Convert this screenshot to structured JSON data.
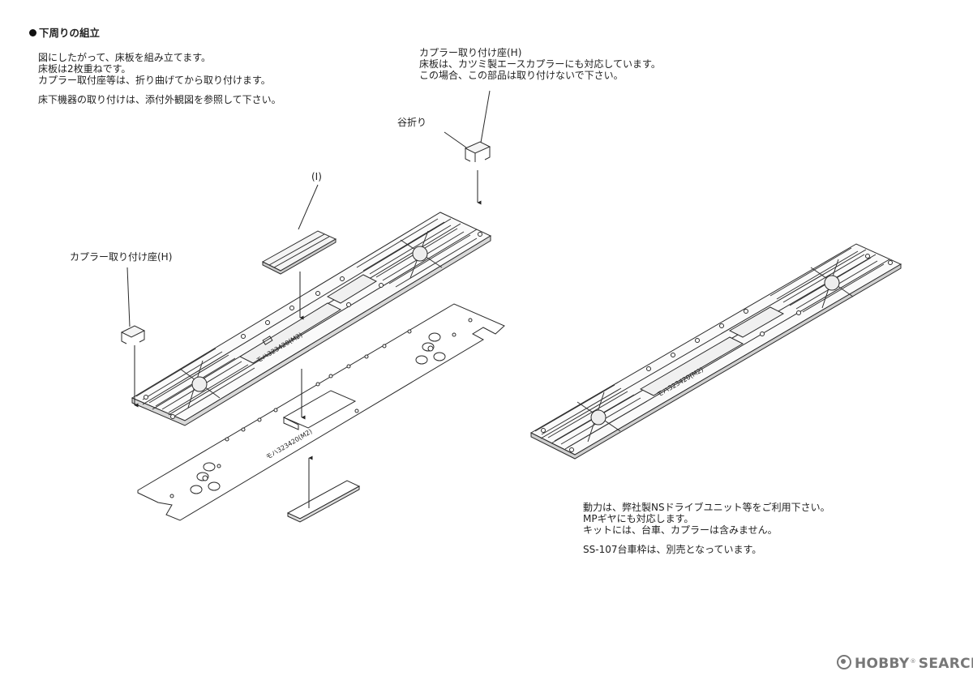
{
  "heading": "下周りの組立",
  "intro_lines": [
    "図にしたがって、床板を組み立てます。",
    "床板は2枚重ねです。",
    "カプラー取付座等は、折り曲げてから取り付けます。",
    "",
    "床下機器の取り付けは、添付外観図を参照して下さい。"
  ],
  "coupler_note_lines": [
    "カプラー取り付け座(H)",
    "床板は、カツミ製エースカプラーにも対応しています。",
    "この場合、この部品は取り付けないで下さい。"
  ],
  "labels": {
    "valley_fold": "谷折り",
    "part_i": "(I)",
    "coupler_seat_h": "カプラー取り付け座(H)",
    "plate_marking_upper": "モハ323420(M2)",
    "plate_marking_lower": "モハ323420(M2)",
    "plate_marking_assembled": "モハ323420(M2)"
  },
  "notes_lines": [
    "動力は、弊社製NSドライブユニット等をご利用下さい。",
    "MPギヤにも対応します。",
    "キットには、台車、カプラーは含みません。",
    "",
    "SS-107台車枠は、別売となっています。"
  ],
  "watermark": {
    "brand": "HOBBY SEARCH",
    "left": "HOBBY",
    "right": "SEARCH",
    "reg": "®"
  }
}
